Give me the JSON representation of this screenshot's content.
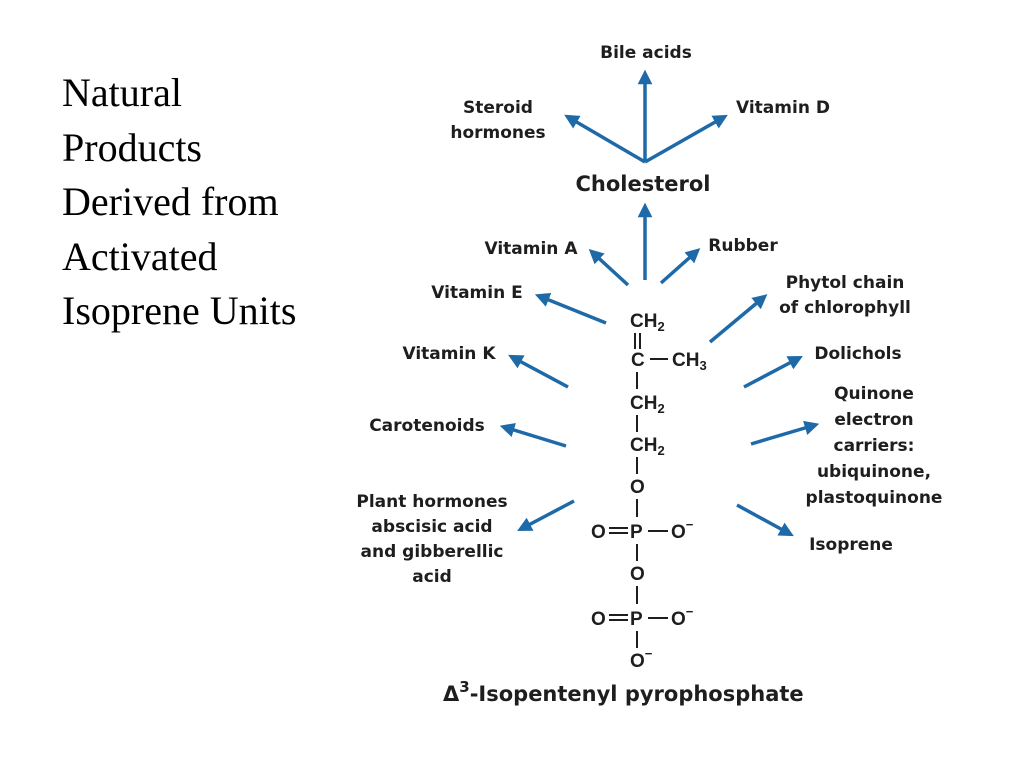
{
  "slide_title": {
    "lines": [
      "Natural",
      "Products",
      "Derived from",
      "Activated",
      "Isoprene Units"
    ]
  },
  "colors": {
    "arrow": "#1e6aa8",
    "text": "#1e1e1e",
    "background": "#ffffff"
  },
  "top_products": {
    "bile_acids": "Bile acids",
    "steroid_hormones": [
      "Steroid",
      "hormones"
    ],
    "vitamin_d": "Vitamin D",
    "cholesterol": "Cholesterol"
  },
  "left_products": {
    "vitamin_a": "Vitamin A",
    "vitamin_e": "Vitamin E",
    "vitamin_k": "Vitamin K",
    "carotenoids": "Carotenoids",
    "plant_hormones": [
      "Plant hormones",
      "abscisic acid",
      "and gibberellic",
      "acid"
    ]
  },
  "right_products": {
    "rubber": "Rubber",
    "phytol": [
      "Phytol chain",
      "of chlorophyll"
    ],
    "dolichols": "Dolichols",
    "quinones": [
      "Quinone",
      "electron",
      "carriers:",
      "ubiquinone,",
      "plastoquinone"
    ],
    "isoprene": "Isoprene"
  },
  "molecule": {
    "ch": "CH",
    "two": "2",
    "three": "3",
    "c": "C",
    "o": "O",
    "p": "P",
    "minus": "−"
  },
  "footer": {
    "delta": "Δ",
    "superscript": "3",
    "name": "-Isopentenyl pyrophosphate"
  }
}
